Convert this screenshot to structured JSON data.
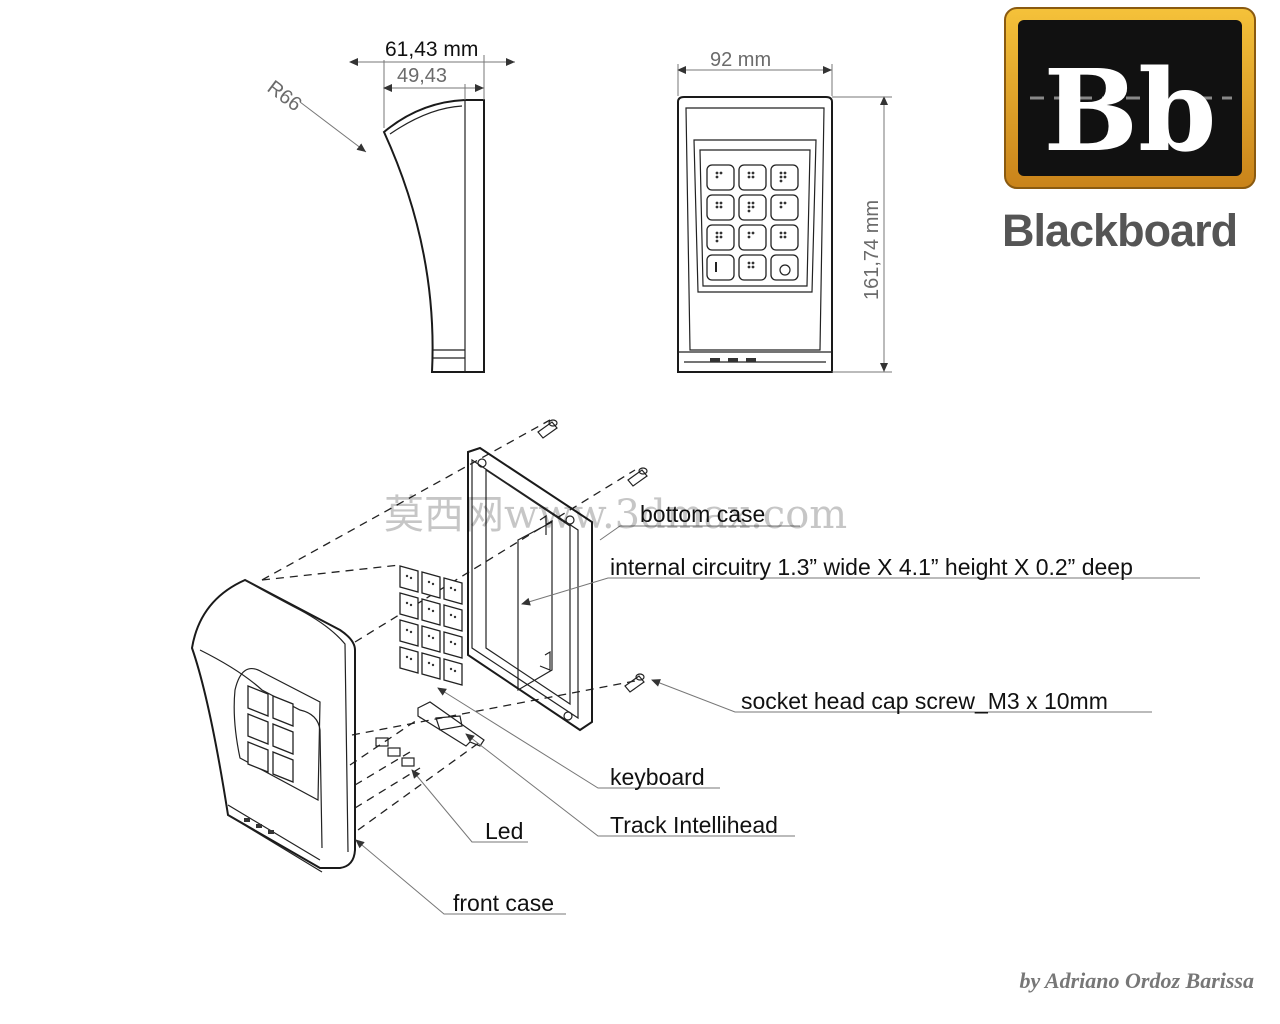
{
  "dimensions": {
    "depth_total": "61,43 mm",
    "depth_inner": "49,43",
    "radius": "R66",
    "width": "92 mm",
    "height": "161,74 mm"
  },
  "callouts": {
    "bottom_case": "bottom case",
    "internal_circuitry": "internal circuitry  1.3” wide X 4.1” height X 0.2” deep",
    "screw": "socket head cap screw_M3 x 10mm",
    "keyboard": "keyboard",
    "track": "Track Intellihead",
    "led": "Led",
    "front_case": "front case"
  },
  "brand": {
    "logo_text": "Bb",
    "name": "Blackboard",
    "logo_colors": {
      "gold": "#e6a21e",
      "black": "#111111"
    }
  },
  "watermark": "莫西网www.3dmax.com",
  "credit": "by Adriano Ordoz Barissa"
}
